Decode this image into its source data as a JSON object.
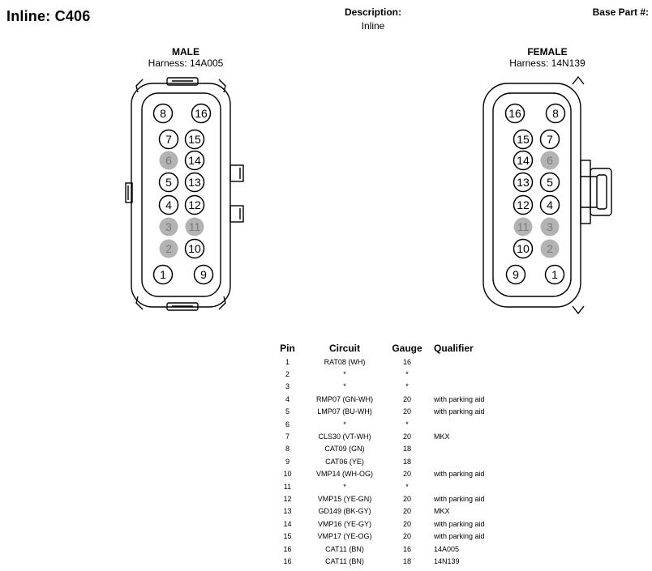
{
  "header": {
    "title": "Inline: C406",
    "description_label": "Description:",
    "description_value": "Inline",
    "base_part_label": "Base Part #:"
  },
  "male": {
    "title": "MALE",
    "harness": "Harness: 14A005",
    "pins": [
      {
        "label": "8",
        "state": "open"
      },
      {
        "label": "16",
        "state": "open"
      },
      {
        "label": "7",
        "state": "open"
      },
      {
        "label": "15",
        "state": "open"
      },
      {
        "label": "6",
        "state": "unused"
      },
      {
        "label": "14",
        "state": "open"
      },
      {
        "label": "5",
        "state": "open"
      },
      {
        "label": "13",
        "state": "open"
      },
      {
        "label": "4",
        "state": "open"
      },
      {
        "label": "12",
        "state": "open"
      },
      {
        "label": "3",
        "state": "unused"
      },
      {
        "label": "11",
        "state": "unused"
      },
      {
        "label": "2",
        "state": "unused"
      },
      {
        "label": "10",
        "state": "open"
      },
      {
        "label": "1",
        "state": "open"
      },
      {
        "label": "9",
        "state": "open"
      }
    ]
  },
  "female": {
    "title": "FEMALE",
    "harness": "Harness: 14N139",
    "pins": [
      {
        "label": "16",
        "state": "open"
      },
      {
        "label": "8",
        "state": "open"
      },
      {
        "label": "15",
        "state": "open"
      },
      {
        "label": "7",
        "state": "open"
      },
      {
        "label": "14",
        "state": "open"
      },
      {
        "label": "6",
        "state": "unused"
      },
      {
        "label": "13",
        "state": "open"
      },
      {
        "label": "5",
        "state": "open"
      },
      {
        "label": "12",
        "state": "open"
      },
      {
        "label": "4",
        "state": "open"
      },
      {
        "label": "11",
        "state": "unused"
      },
      {
        "label": "3",
        "state": "unused"
      },
      {
        "label": "10",
        "state": "open"
      },
      {
        "label": "2",
        "state": "unused"
      },
      {
        "label": "9",
        "state": "open"
      },
      {
        "label": "1",
        "state": "open"
      }
    ]
  },
  "colors": {
    "unused_pin_fill": "#b3b3b3",
    "unused_pin_text": "#7a7a7a",
    "line": "#000000"
  },
  "table": {
    "headers": [
      "Pin",
      "Circuit",
      "Gauge",
      "Qualifier"
    ],
    "rows": [
      [
        "1",
        "RAT08 (WH)",
        "16",
        ""
      ],
      [
        "2",
        "*",
        "*",
        ""
      ],
      [
        "3",
        "*",
        "*",
        ""
      ],
      [
        "4",
        "RMP07 (GN-WH)",
        "20",
        "with parking aid"
      ],
      [
        "5",
        "LMP07 (BU-WH)",
        "20",
        "with parking aid"
      ],
      [
        "6",
        "*",
        "*",
        ""
      ],
      [
        "7",
        "CLS30 (VT-WH)",
        "20",
        "MKX"
      ],
      [
        "8",
        "CAT09 (GN)",
        "18",
        ""
      ],
      [
        "9",
        "CAT06 (YE)",
        "18",
        ""
      ],
      [
        "10",
        "VMP14 (WH-OG)",
        "20",
        "with parking aid"
      ],
      [
        "11",
        "*",
        "*",
        ""
      ],
      [
        "12",
        "VMP15 (YE-GN)",
        "20",
        "with parking aid"
      ],
      [
        "13",
        "GD149 (BK-GY)",
        "20",
        "MKX"
      ],
      [
        "14",
        "VMP16 (YE-GY)",
        "20",
        "with parking aid"
      ],
      [
        "15",
        "VMP17 (YE-OG)",
        "20",
        "with parking aid"
      ],
      [
        "16",
        "CAT11 (BN)",
        "16",
        "14A005"
      ],
      [
        "16",
        "CAT11 (BN)",
        "18",
        "14N139"
      ]
    ]
  }
}
